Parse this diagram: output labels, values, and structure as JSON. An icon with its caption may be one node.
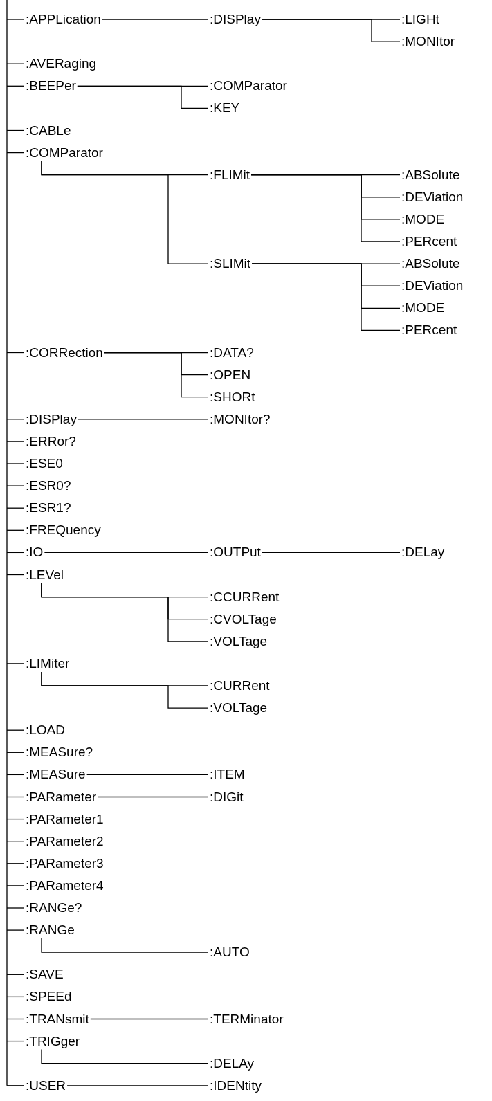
{
  "diagram": {
    "nodes": [
      {
        "text": [
          ":APPLication"
        ]
      },
      {
        "text": [
          ":DISPlay"
        ]
      },
      {
        "text": [
          ":LIGHt"
        ]
      },
      {
        "text": [
          ":MONItor"
        ]
      },
      {
        "text": [
          ":AVERaging"
        ]
      },
      {
        "text": [
          ":BEEPer"
        ]
      },
      {
        "text": [
          ":COMParator"
        ]
      },
      {
        "text": [
          ":KEY"
        ]
      },
      {
        "text": [
          ":CABLe"
        ]
      },
      {
        "text": [
          ":COMParator"
        ]
      },
      {
        "text": [
          ":FLIMit"
        ]
      },
      {
        "text": [
          ":ABSolute"
        ]
      },
      {
        "text": [
          ":DEViation"
        ]
      },
      {
        "text": [
          ":MODE"
        ]
      },
      {
        "text": [
          ":PERcent"
        ]
      },
      {
        "text": [
          ":SLIMit"
        ]
      },
      {
        "text": [
          ":ABSolute"
        ]
      },
      {
        "text": [
          ":DEViation"
        ]
      },
      {
        "text": [
          ":MODE"
        ]
      },
      {
        "text": [
          ":PERcent"
        ]
      },
      {
        "text": [
          ":CORRection"
        ]
      },
      {
        "text": [
          ":DATA?"
        ]
      },
      {
        "text": [
          ":OPEN"
        ]
      },
      {
        "text": [
          ":SHORt"
        ]
      },
      {
        "text": [
          ":DISPlay"
        ]
      },
      {
        "text": [
          ":MONItor?"
        ]
      },
      {
        "text": [
          ":ERRor?"
        ]
      },
      {
        "text": [
          ":ESE0"
        ]
      },
      {
        "text": [
          ":ESR0?"
        ]
      },
      {
        "text": [
          ":ESR1?"
        ]
      },
      {
        "text": [
          ":FREQuency"
        ]
      },
      {
        "text": [
          ":IO"
        ]
      },
      {
        "text": [
          ":OUTPut"
        ]
      },
      {
        "text": [
          ":DELay"
        ]
      },
      {
        "text": [
          ":LEVel"
        ]
      },
      {
        "text": [
          ":CCURRent"
        ]
      },
      {
        "text": [
          ":CVOLTage"
        ]
      },
      {
        "text": [
          ":VOLTage"
        ]
      },
      {
        "text": [
          ":LIMiter"
        ]
      },
      {
        "text": [
          ":CURRent"
        ]
      },
      {
        "text": [
          ":VOLTage"
        ]
      },
      {
        "text": [
          ":LOAD"
        ]
      },
      {
        "text": [
          ":MEASure?"
        ]
      },
      {
        "text": [
          ":MEASure"
        ]
      },
      {
        "text": [
          ":ITEM"
        ]
      },
      {
        "text": [
          ":PARameter"
        ]
      },
      {
        "text": [
          ":DIGit"
        ]
      },
      {
        "text": [
          ":PARameter1"
        ]
      },
      {
        "text": [
          ":PARameter2"
        ]
      },
      {
        "text": [
          ":PARameter3"
        ]
      },
      {
        "text": [
          ":PARameter4"
        ]
      },
      {
        "text": [
          ":RANGe?"
        ]
      },
      {
        "text": [
          ":RANGe"
        ]
      },
      {
        "text": [
          ":AUTO"
        ]
      },
      {
        "text": [
          ":SAVE"
        ]
      },
      {
        "text": [
          ":SPEEd"
        ]
      },
      {
        "text": [
          ":TRANsmit"
        ]
      },
      {
        "text": [
          ":TERMinator"
        ]
      },
      {
        "text": [
          ":TRIGger"
        ]
      },
      {
        "text": [
          ":DELAy"
        ]
      },
      {
        "text": [
          ":USER"
        ]
      },
      {
        "text": [
          ":IDENtity"
        ]
      }
    ],
    "edges": [
      {
        "from": null,
        "to": 0,
        "arrow": "none"
      },
      {
        "from": 0,
        "to": 1,
        "arrow": "none"
      },
      {
        "from": 1,
        "to": 2,
        "arrow": "none"
      },
      {
        "from": 1,
        "to": 3,
        "arrow": "none"
      },
      {
        "from": null,
        "to": 4,
        "arrow": "none"
      },
      {
        "from": null,
        "to": 5,
        "arrow": "none"
      },
      {
        "from": 5,
        "to": 6,
        "arrow": "none"
      },
      {
        "from": 5,
        "to": 7,
        "arrow": "none"
      },
      {
        "from": null,
        "to": 8,
        "arrow": "none"
      },
      {
        "from": null,
        "to": 9,
        "arrow": "none"
      },
      {
        "from": 9,
        "to": 10,
        "arrow": "none"
      },
      {
        "from": 10,
        "to": 11,
        "arrow": "none"
      },
      {
        "from": 10,
        "to": 12,
        "arrow": "none"
      },
      {
        "from": 10,
        "to": 13,
        "arrow": "none"
      },
      {
        "from": 10,
        "to": 14,
        "arrow": "none"
      },
      {
        "from": 9,
        "to": 15,
        "arrow": "none"
      },
      {
        "from": 15,
        "to": 16,
        "arrow": "none"
      },
      {
        "from": 15,
        "to": 17,
        "arrow": "none"
      },
      {
        "from": 15,
        "to": 18,
        "arrow": "none"
      },
      {
        "from": 15,
        "to": 19,
        "arrow": "none"
      },
      {
        "from": null,
        "to": 20,
        "arrow": "none"
      },
      {
        "from": 20,
        "to": 21,
        "arrow": "none"
      },
      {
        "from": 20,
        "to": 22,
        "arrow": "none"
      },
      {
        "from": 20,
        "to": 23,
        "arrow": "none"
      },
      {
        "from": null,
        "to": 24,
        "arrow": "none"
      },
      {
        "from": 24,
        "to": 25,
        "arrow": "none"
      },
      {
        "from": null,
        "to": 26,
        "arrow": "none"
      },
      {
        "from": null,
        "to": 27,
        "arrow": "none"
      },
      {
        "from": null,
        "to": 28,
        "arrow": "none"
      },
      {
        "from": null,
        "to": 29,
        "arrow": "none"
      },
      {
        "from": null,
        "to": 30,
        "arrow": "none"
      },
      {
        "from": null,
        "to": 31,
        "arrow": "none"
      },
      {
        "from": 31,
        "to": 32,
        "arrow": "none"
      },
      {
        "from": 32,
        "to": 33,
        "arrow": "none"
      },
      {
        "from": null,
        "to": 34,
        "arrow": "none"
      },
      {
        "from": 34,
        "to": 35,
        "arrow": "none"
      },
      {
        "from": 34,
        "to": 36,
        "arrow": "none"
      },
      {
        "from": 34,
        "to": 37,
        "arrow": "none"
      },
      {
        "from": null,
        "to": 38,
        "arrow": "none"
      },
      {
        "from": 38,
        "to": 39,
        "arrow": "none"
      },
      {
        "from": 38,
        "to": 40,
        "arrow": "none"
      },
      {
        "from": null,
        "to": 41,
        "arrow": "none"
      },
      {
        "from": null,
        "to": 42,
        "arrow": "none"
      },
      {
        "from": null,
        "to": 43,
        "arrow": "none"
      },
      {
        "from": 43,
        "to": 44,
        "arrow": "none"
      },
      {
        "from": null,
        "to": 45,
        "arrow": "none"
      },
      {
        "from": 45,
        "to": 46,
        "arrow": "none"
      },
      {
        "from": null,
        "to": 47,
        "arrow": "none"
      },
      {
        "from": null,
        "to": 48,
        "arrow": "none"
      },
      {
        "from": null,
        "to": 49,
        "arrow": "none"
      },
      {
        "from": null,
        "to": 50,
        "arrow": "none"
      },
      {
        "from": null,
        "to": 51,
        "arrow": "none"
      },
      {
        "from": null,
        "to": 52,
        "arrow": "none"
      },
      {
        "from": 52,
        "to": 53,
        "arrow": "none"
      },
      {
        "from": null,
        "to": 54,
        "arrow": "none"
      },
      {
        "from": null,
        "to": 55,
        "arrow": "none"
      },
      {
        "from": null,
        "to": 56,
        "arrow": "none"
      },
      {
        "from": 56,
        "to": 57,
        "arrow": "none"
      },
      {
        "from": null,
        "to": 58,
        "arrow": "none"
      },
      {
        "from": 58,
        "to": 59,
        "arrow": "none"
      },
      {
        "from": null,
        "to": 60,
        "arrow": "none"
      },
      {
        "from": 60,
        "to": 61,
        "arrow": "none"
      }
    ]
  }
}
